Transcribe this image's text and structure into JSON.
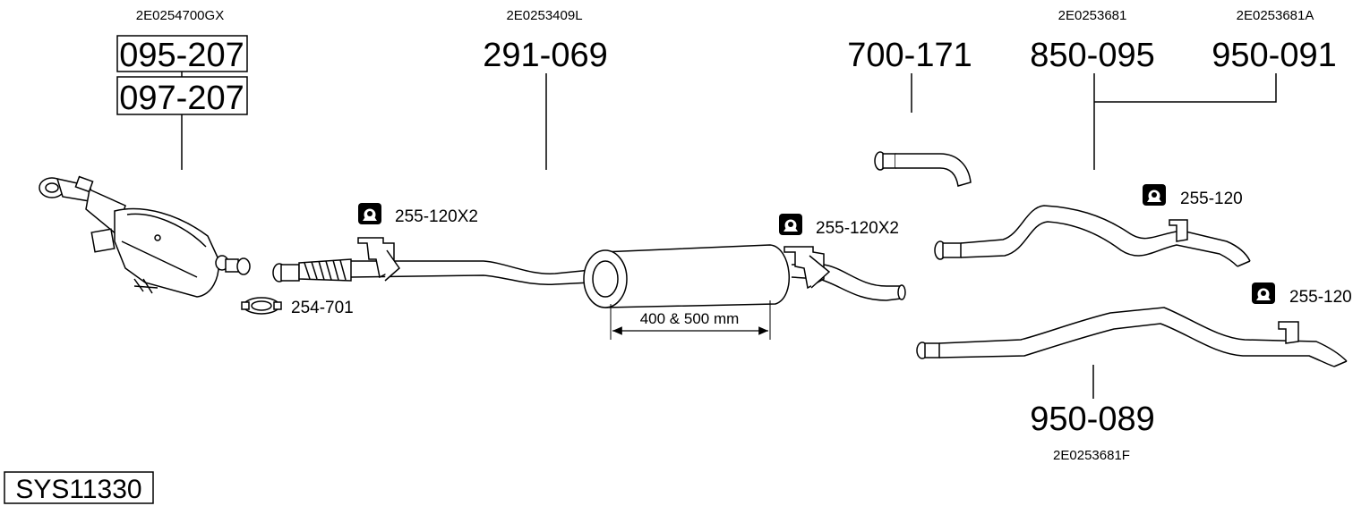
{
  "oem_numbers": {
    "dpf": "2E0254700GX",
    "middle": "2E0253409L",
    "rear_a": "2E0253681",
    "rear_b": "2E0253681A",
    "rear_f": "2E0253681F"
  },
  "part_numbers": {
    "dpf_1": "095-207",
    "dpf_2": "097-207",
    "middle": "291-069",
    "tail_tip": "700-171",
    "rear_a": "850-095",
    "rear_b": "950-091",
    "rear_f": "950-089"
  },
  "accessories": {
    "hanger_front": "255-120X2",
    "hanger_middle": "255-120X2",
    "hanger_rear_upper": "255-120",
    "hanger_rear_lower": "255-120",
    "clamp": "254-701"
  },
  "dimension_label": "400 & 500 mm",
  "system_id": "SYS11330"
}
